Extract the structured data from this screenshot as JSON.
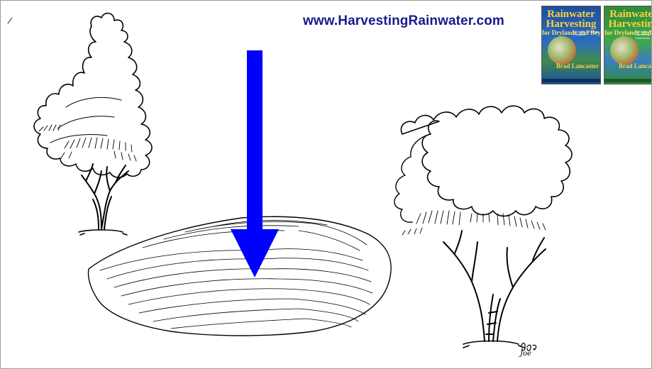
{
  "header": {
    "url_text": "www.HarvestingRainwater.com"
  },
  "books": [
    {
      "title_line1": "Rainwater",
      "title_line2": "Harvesting",
      "subtitle": "for Drylands and Beyond",
      "author": "Brad Lancaster",
      "volume_text": "VOLUME 1 Guiding Principles"
    },
    {
      "title_line1": "Rainwater",
      "title_line2": "Harvesting",
      "subtitle": "for Drylands and Beyond",
      "author": "Brad Lancaster",
      "volume_text": "VOLUME 2 Water-Harvesting Earthworks"
    }
  ],
  "illustration": {
    "arrow_color": "#0000ff",
    "signature": "Joe"
  }
}
